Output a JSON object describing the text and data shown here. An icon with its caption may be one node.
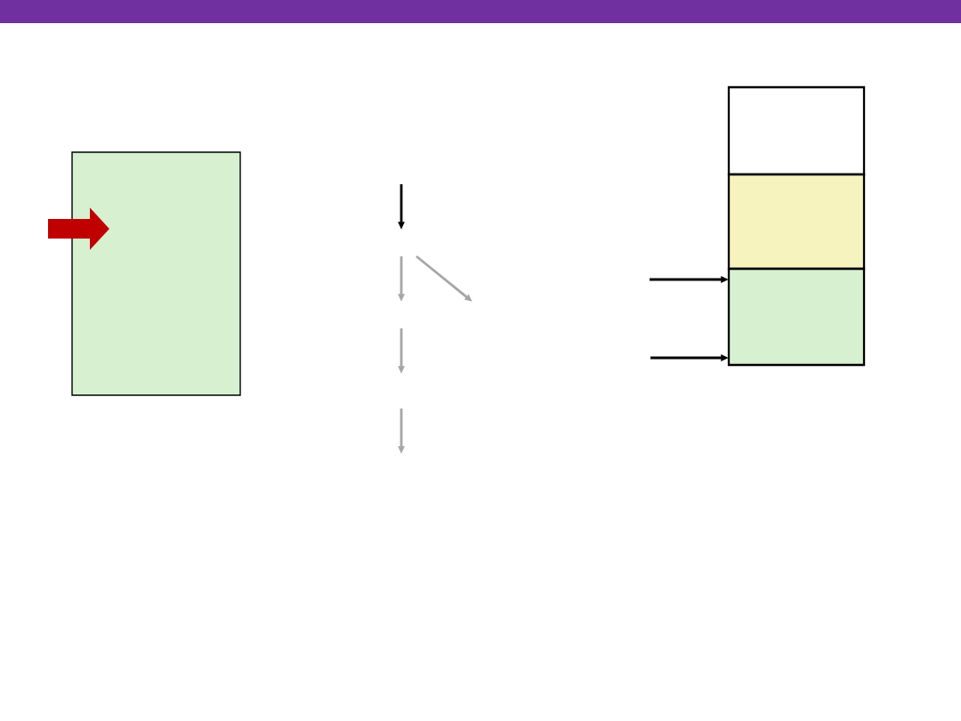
{
  "diagram": {
    "nodes": [
      {
        "text": [],
        "shape": "box"
      },
      {
        "text": [],
        "shape": "box"
      },
      {
        "text": [],
        "shape": "box"
      },
      {
        "text": [],
        "shape": "box"
      }
    ],
    "edges": [
      {
        "from": null,
        "to": 0,
        "arrow": "to",
        "style": "thick",
        "color": "#c00000"
      },
      {
        "from": null,
        "to": 3,
        "arrow": "to"
      },
      {
        "from": null,
        "to": 3,
        "arrow": "to"
      }
    ]
  }
}
